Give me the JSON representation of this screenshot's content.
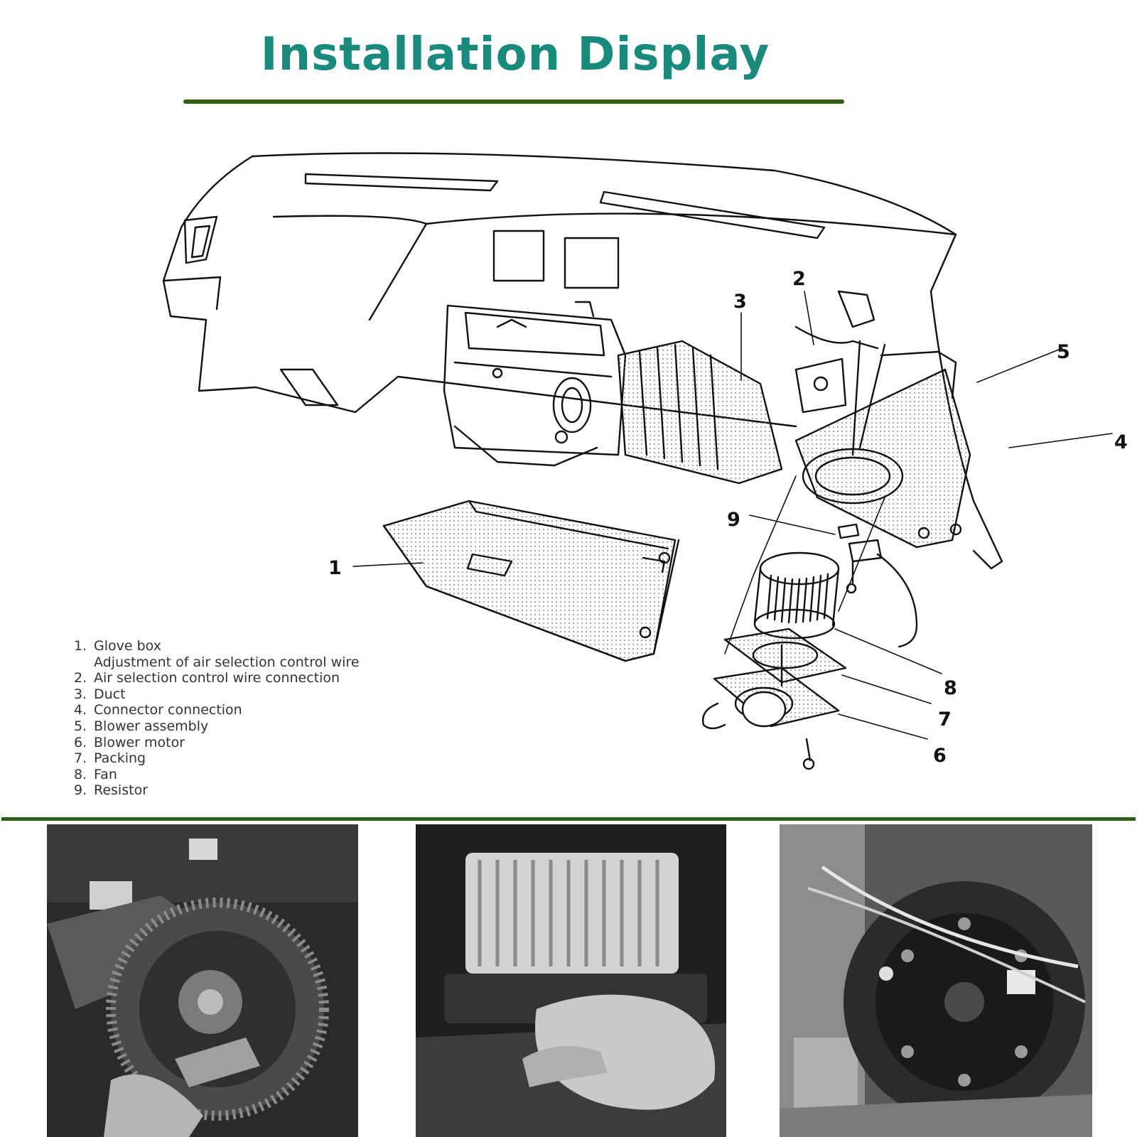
{
  "title": "Installation Display",
  "colors": {
    "title": "#1a8a7c",
    "rule": "#2e5e12",
    "line_art": "#111111"
  },
  "callouts": [
    "1",
    "2",
    "3",
    "4",
    "5",
    "6",
    "7",
    "8",
    "9"
  ],
  "legend": [
    {
      "num": "1.",
      "label": "Glove box"
    },
    {
      "num": "",
      "label": "Adjustment of air selection control wire"
    },
    {
      "num": "2.",
      "label": "Air selection control wire connection"
    },
    {
      "num": "3.",
      "label": "Duct"
    },
    {
      "num": "4.",
      "label": "Connector connection"
    },
    {
      "num": "5.",
      "label": "Blower assembly"
    },
    {
      "num": "6.",
      "label": "Blower motor"
    },
    {
      "num": "7.",
      "label": "Packing"
    },
    {
      "num": "8.",
      "label": "Fan"
    },
    {
      "num": "9.",
      "label": "Resistor"
    }
  ],
  "photos": [
    {
      "name": "blower-fan-in-hand-photo"
    },
    {
      "name": "blower-motor-removal-photo"
    },
    {
      "name": "blower-housing-installed-photo"
    }
  ]
}
